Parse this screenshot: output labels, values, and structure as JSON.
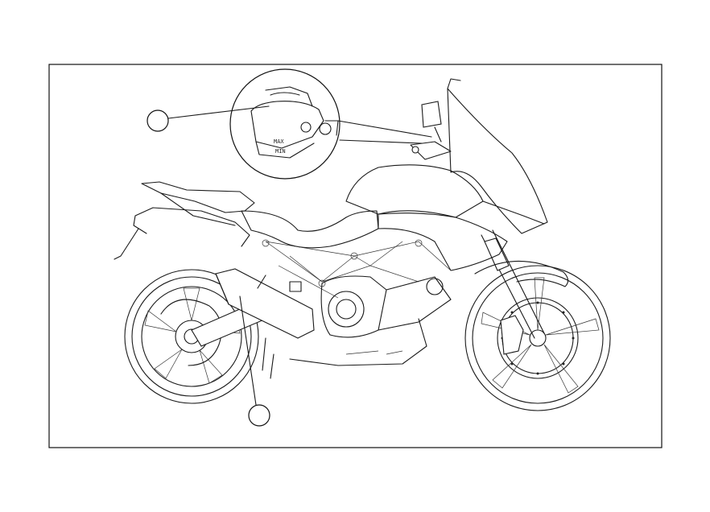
{
  "figure": {
    "callouts": [
      {
        "id": "callout-1",
        "label": ""
      },
      {
        "id": "callout-2",
        "label": ""
      }
    ],
    "detail_inset": {
      "reservoir_max_label": "MAX",
      "reservoir_min_label": "MIN"
    }
  }
}
